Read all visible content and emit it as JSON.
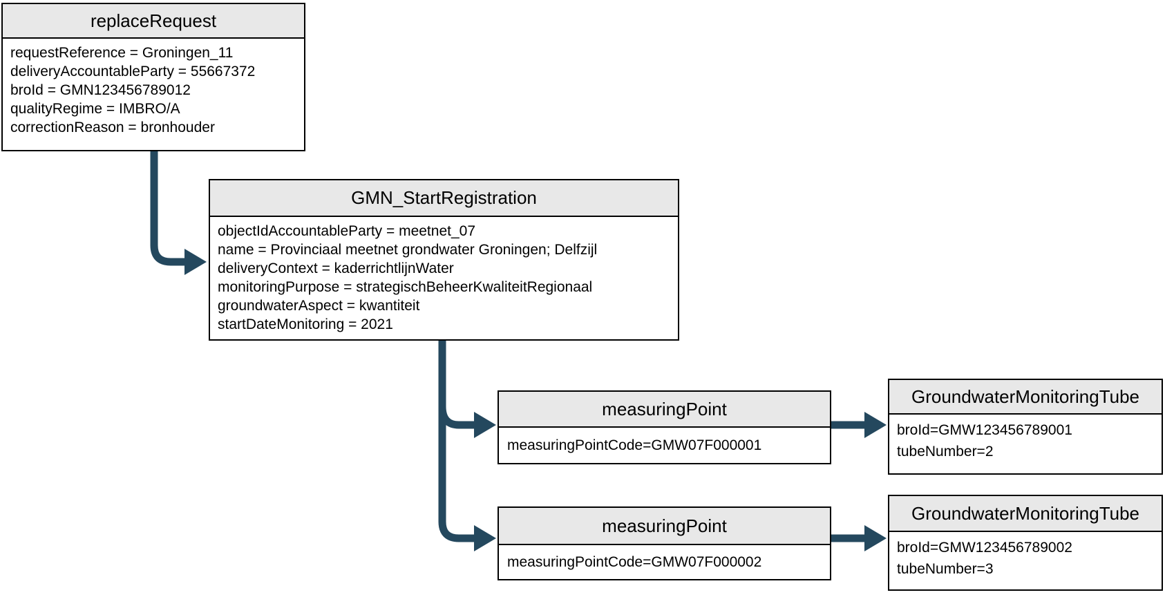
{
  "colors": {
    "connector": "#24485E",
    "header_bg": "#e8e8e8",
    "border": "#000000",
    "canvas_bg": "#ffffff"
  },
  "nodes": {
    "replace_request": {
      "title": "replaceRequest",
      "attributes": {
        "0": "requestReference = Groningen_11",
        "1": "deliveryAccountableParty = 55667372",
        "2": "broId = GMN123456789012",
        "3": "qualityRegime = IMBRO/A",
        "4": "correctionReason = bronhouder"
      }
    },
    "gmn_start_registration": {
      "title": "GMN_StartRegistration",
      "attributes": {
        "0": "objectIdAccountableParty = meetnet_07",
        "1": "name = Provinciaal meetnet grondwater Groningen; Delfzijl",
        "2": "deliveryContext = kaderrichtlijnWater",
        "3": "monitoringPurpose = strategischBeheerKwaliteitRegionaal",
        "4": "groundwaterAspect = kwantiteit",
        "5": "startDateMonitoring = 2021"
      }
    },
    "measuring_point_1": {
      "title": "measuringPoint",
      "attributes": {
        "0": "measuringPointCode=GMW07F000001"
      }
    },
    "groundwater_monitoring_tube_1": {
      "title": "GroundwaterMonitoringTube",
      "attributes": {
        "0": "broId=GMW123456789001",
        "1": "tubeNumber=2"
      }
    },
    "measuring_point_2": {
      "title": "measuringPoint",
      "attributes": {
        "0": "measuringPointCode=GMW07F000002"
      }
    },
    "groundwater_monitoring_tube_2": {
      "title": "GroundwaterMonitoringTube",
      "attributes": {
        "0": "broId=GMW123456789002",
        "1": "tubeNumber=3"
      }
    }
  }
}
